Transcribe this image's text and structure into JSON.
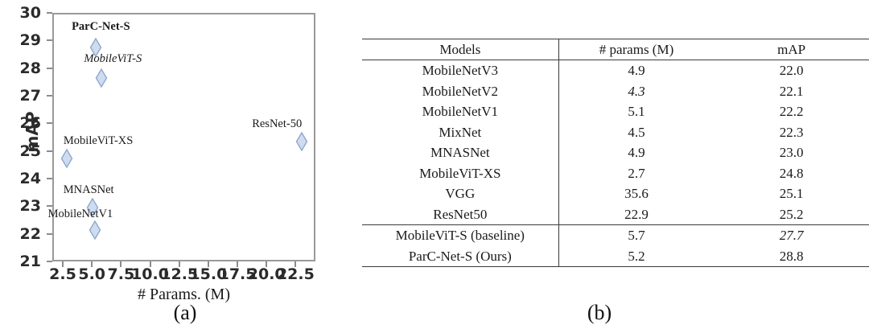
{
  "figure": {
    "caption_a": "(a)",
    "caption_b": "(b)"
  },
  "chart_data": [
    {
      "type": "scatter",
      "title": "",
      "xlabel": "# Params. (M)",
      "ylabel": "mAP",
      "xlim": [
        1.6,
        24.2
      ],
      "ylim": [
        21,
        30
      ],
      "xticks": [
        "2.5",
        "5.0",
        "7.5",
        "10.0",
        "12.5",
        "15.0",
        "17.5",
        "20.0",
        "22.5"
      ],
      "xtick_values": [
        2.5,
        5.0,
        7.5,
        10.0,
        12.5,
        15.0,
        17.5,
        20.0,
        22.5
      ],
      "yticks": [
        "21",
        "22",
        "23",
        "24",
        "25",
        "26",
        "27",
        "28",
        "29",
        "30"
      ],
      "ytick_values": [
        21,
        22,
        23,
        24,
        25,
        26,
        27,
        28,
        29,
        30
      ],
      "grid": false,
      "legend": "none",
      "marker": "diamond",
      "marker_fill": "#cfdcf0",
      "marker_stroke": "#8fa8cc",
      "points": [
        {
          "label": "ParC-Net-S",
          "x": 5.2,
          "y": 28.8,
          "label_style": "bold",
          "label_dx": -30,
          "label_dy": -34
        },
        {
          "label": "MobileViT-S",
          "x": 5.7,
          "y": 27.7,
          "label_style": "italic",
          "label_dx": -22,
          "label_dy": -32
        },
        {
          "label": "MobileViT-XS",
          "x": 2.7,
          "y": 24.8,
          "label_style": "normal",
          "label_dx": -4,
          "label_dy": -30
        },
        {
          "label": "MNASNet",
          "x": 4.9,
          "y": 23.0,
          "label_style": "normal",
          "label_dx": -36,
          "label_dy": -30
        },
        {
          "label": "MobileNetV1",
          "x": 5.1,
          "y": 22.2,
          "label_style": "normal",
          "label_dx": -58,
          "label_dy": -28
        },
        {
          "label": "ResNet-50",
          "x": 22.9,
          "y": 25.4,
          "label_style": "normal",
          "label_dx": -62,
          "label_dy": -30
        }
      ]
    },
    {
      "type": "table",
      "title": "",
      "columns": [
        "Models",
        "# params (M)",
        "mAP"
      ],
      "rows": [
        {
          "model": "MobileNetV3",
          "params": "4.9",
          "params_style": "normal",
          "map": "22.0",
          "map_style": "normal"
        },
        {
          "model": "MobileNetV2",
          "params": "4.3",
          "params_style": "italic",
          "map": "22.1",
          "map_style": "normal"
        },
        {
          "model": "MobileNetV1",
          "params": "5.1",
          "params_style": "normal",
          "map": "22.2",
          "map_style": "normal"
        },
        {
          "model": "MixNet",
          "params": "4.5",
          "params_style": "normal",
          "map": "22.3",
          "map_style": "normal"
        },
        {
          "model": "MNASNet",
          "params": "4.9",
          "params_style": "normal",
          "map": "23.0",
          "map_style": "normal"
        },
        {
          "model": "MobileViT-XS",
          "params": "2.7",
          "params_style": "bold",
          "map": "24.8",
          "map_style": "normal"
        },
        {
          "model": "VGG",
          "params": "35.6",
          "params_style": "normal",
          "map": "25.1",
          "map_style": "normal"
        },
        {
          "model": "ResNet50",
          "params": "22.9",
          "params_style": "normal",
          "map": "25.2",
          "map_style": "normal"
        },
        {
          "model": "MobileViT-S (baseline)",
          "params": "5.7",
          "params_style": "normal",
          "map": "27.7",
          "map_style": "italic",
          "section_start": true
        },
        {
          "model": "ParC-Net-S (Ours)",
          "params": "5.2",
          "params_style": "normal",
          "map": "28.8",
          "map_style": "bold"
        }
      ]
    }
  ]
}
